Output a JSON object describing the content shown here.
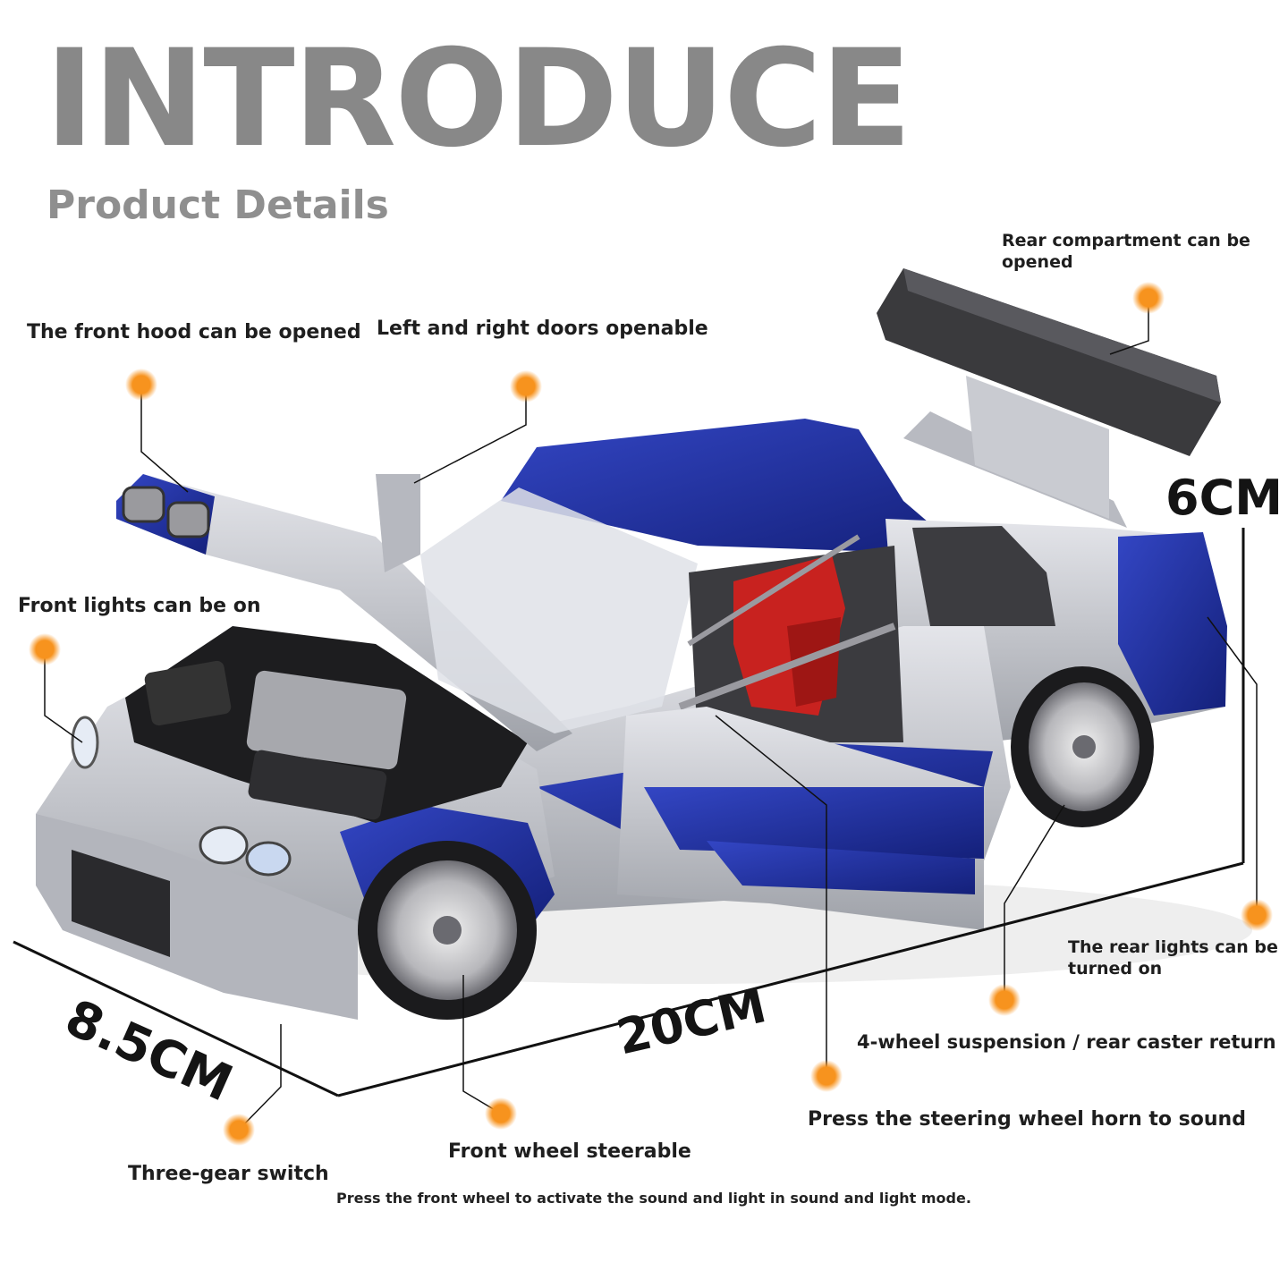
{
  "header": {
    "title": "INTRODUCE",
    "subtitle": "Product Details"
  },
  "callouts": {
    "front_hood": "The front hood can be opened",
    "doors": "Left and right doors openable",
    "rear_compartment_line1": "Rear compartment can be",
    "rear_compartment_line2": "opened",
    "front_lights": "Front lights can be on",
    "rear_lights_line1": "The rear lights can be",
    "rear_lights_line2": "turned on",
    "suspension": "4-wheel suspension / rear caster return",
    "horn": "Press the steering wheel horn to sound",
    "steerable": "Front wheel steerable",
    "gear_switch": "Three-gear switch"
  },
  "dimensions": {
    "height": "6CM",
    "length": "20CM",
    "width": "8.5CM"
  },
  "footnote": "Press the front wheel to activate the sound and light in sound and light mode.",
  "colors": {
    "accent_dot": "#f7931e",
    "body_blue": "#1f2f9a",
    "body_silver": "#c4c6cc",
    "seat_red": "#c8221f",
    "headline_gray": "#888888"
  },
  "image": {
    "subject": "blue and silver die-cast model sports car with hood, doors and rear spoiler compartment opened"
  }
}
